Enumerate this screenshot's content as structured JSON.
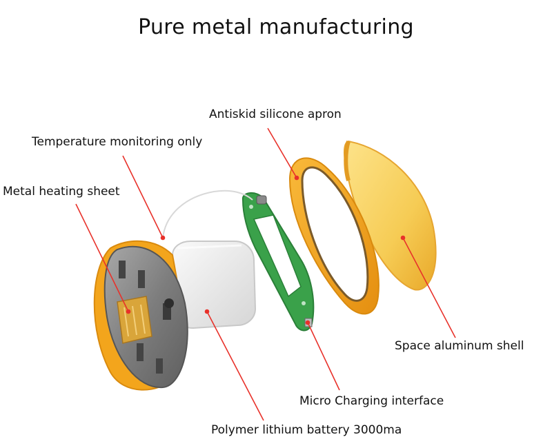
{
  "title": "Pure metal manufacturing",
  "labels": {
    "antiskid": "Antiskid silicone apron",
    "temperature": "Temperature monitoring only",
    "heating_sheet": "Metal heating sheet",
    "shell": "Space aluminum shell",
    "charging": "Micro Charging interface",
    "battery": "Polymer lithium battery 3000ma"
  },
  "colors": {
    "leader_line": "#e8312a",
    "shell_yellow": "#f7c948",
    "apron_orange": "#f3a51c",
    "pcb_green": "#3aa14a",
    "housing_gray": "#8c8c8c",
    "heater_gold": "#d9a53a"
  }
}
